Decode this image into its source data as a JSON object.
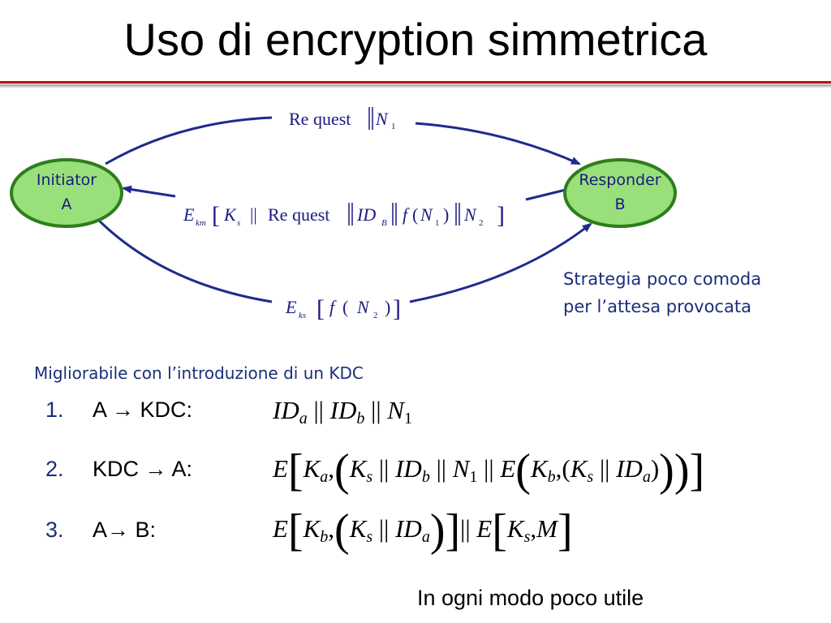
{
  "slide": {
    "title": "Uso di encryption simmetrica",
    "note": "Strategia poco comoda\nper l’attesa provocata",
    "improvement": "Migliorabile con l’introduzione di un KDC",
    "footer": "In ogni modo poco utile"
  },
  "diagram": {
    "initiator": {
      "line1": "Initiator",
      "line2": "A"
    },
    "responder": {
      "line1": "Responder",
      "line2": "B"
    },
    "msg1": {
      "text": "Re quest",
      "var": "N",
      "sub": "1"
    },
    "msg2": {
      "E": "E",
      "E_sub": "km",
      "K": "K",
      "K_sub": "s",
      "req": "Re quest",
      "ID": "ID",
      "ID_sub": "B",
      "f": "f",
      "N1": "N",
      "N1_sub": "1",
      "N2": "N",
      "N2_sub": "2"
    },
    "msg3": {
      "E": "E",
      "E_sub": "ks",
      "f": "f",
      "N": "N",
      "N_sub": "2"
    }
  },
  "steps": [
    {
      "num": "1.",
      "label": "A → KDC:"
    },
    {
      "num": "2.",
      "label": "KDC → A:"
    },
    {
      "num": "3.",
      "label": "A→ B:"
    }
  ],
  "colors": {
    "node_fill": "#99e07a",
    "node_stroke": "#2e7d1f",
    "arrow": "#1f2a8c",
    "text_blue": "#1a2f7a",
    "rule": "#c40000"
  }
}
